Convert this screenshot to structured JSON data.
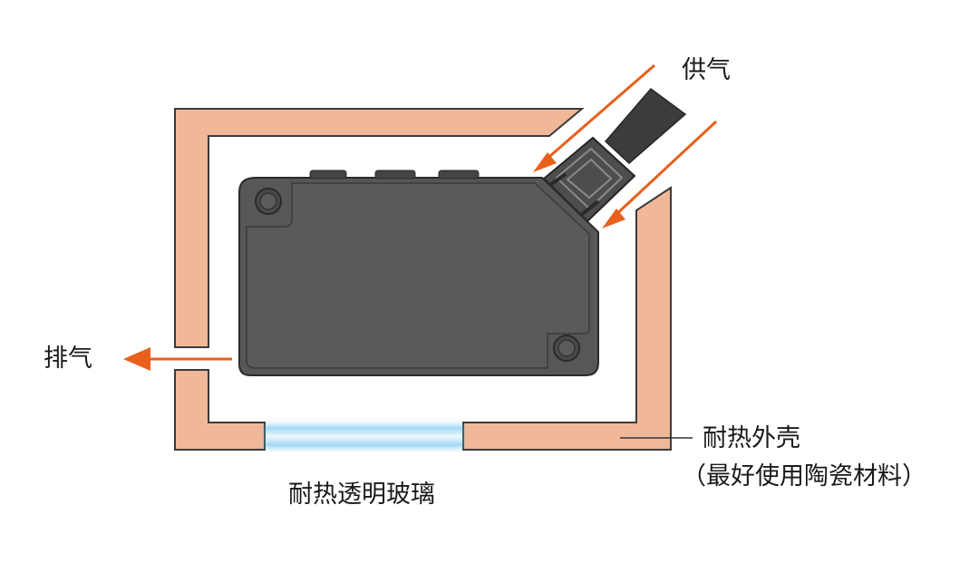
{
  "labels": {
    "air_supply": "供气",
    "exhaust": "排气",
    "glass": "耐热透明玻璃",
    "housing": "耐热外壳",
    "housing_note": "（最好使用陶瓷材料）"
  },
  "colors": {
    "housing_fill": "#f0b898",
    "housing_stroke": "#3a3a3a",
    "sensor_body": "#575757",
    "arrow": "#e8601c",
    "glass": "#a6d8f2"
  }
}
